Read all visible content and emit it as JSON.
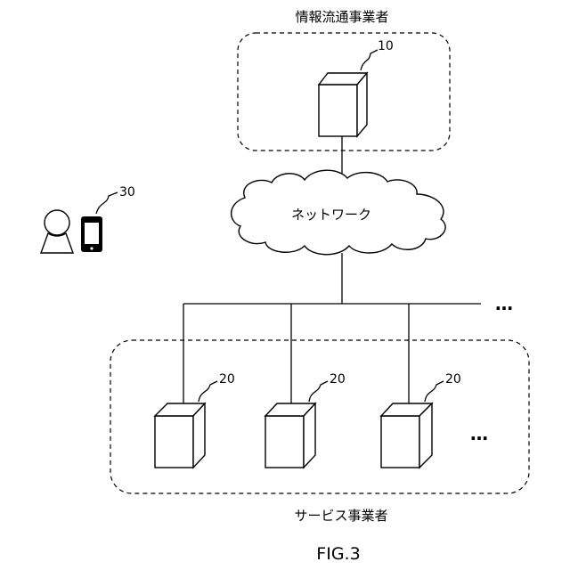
{
  "info_provider": {
    "label": "情報流通事業者",
    "server_ref": "10"
  },
  "network": {
    "label": "ネットワーク"
  },
  "user": {
    "terminal_ref": "30"
  },
  "service_providers": {
    "label": "サービス事業者",
    "server_refs": [
      "20",
      "20",
      "20"
    ],
    "more_servers": "…",
    "more_branches": "…"
  },
  "caption": "FIG.3"
}
